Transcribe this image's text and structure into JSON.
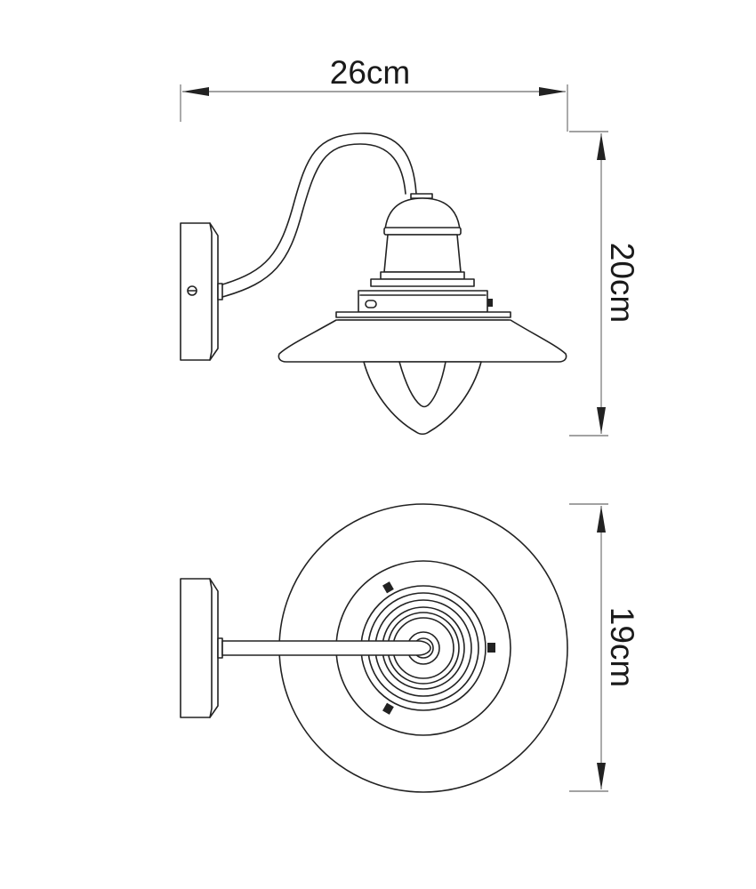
{
  "dimensions": {
    "width": "26cm",
    "height": "20cm",
    "depth": "19cm"
  },
  "colors": {
    "line": "#222222",
    "background": "#ffffff"
  }
}
